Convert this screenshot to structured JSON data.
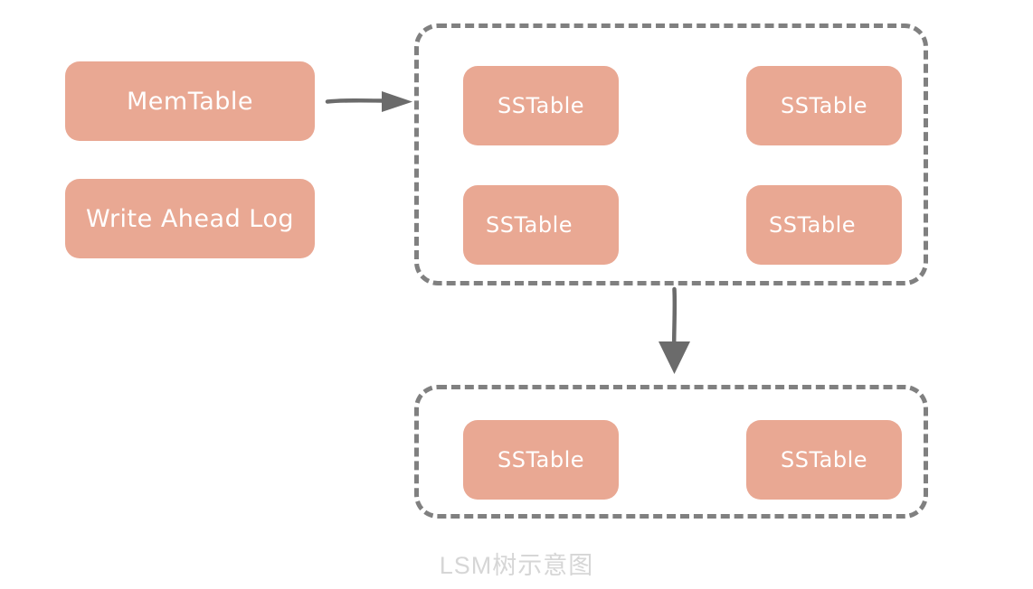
{
  "diagram": {
    "caption": "LSM树示意图",
    "colors": {
      "node_fill": "#e9a893",
      "node_text": "#ffffff",
      "group_border": "#808080",
      "arrow": "#6b6b6b",
      "caption_text": "#d6d6d6",
      "background": "#ffffff"
    },
    "left_nodes": [
      {
        "label": "MemTable",
        "name": "memtable"
      },
      {
        "label": "Write Ahead Log",
        "name": "write-ahead-log"
      }
    ],
    "groups": [
      {
        "name": "level-0",
        "style": "dashed",
        "nodes": [
          {
            "label": "SSTable"
          },
          {
            "label": "SSTable"
          },
          {
            "label": "SSTable"
          },
          {
            "label": "SSTable"
          }
        ]
      },
      {
        "name": "level-1",
        "style": "dashed",
        "nodes": [
          {
            "label": "SSTable"
          },
          {
            "label": "SSTable"
          }
        ]
      }
    ],
    "arrows": [
      {
        "name": "memtable-to-level0",
        "direction": "right",
        "from": "MemTable",
        "to": "level-0"
      },
      {
        "name": "level0-to-level1",
        "direction": "down",
        "from": "level-0",
        "to": "level-1"
      }
    ]
  }
}
